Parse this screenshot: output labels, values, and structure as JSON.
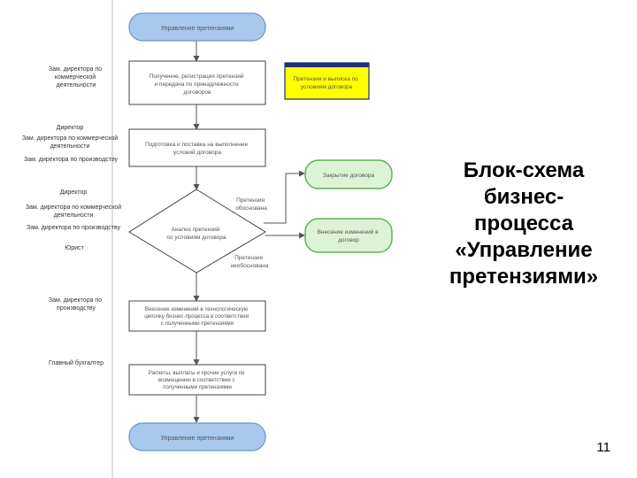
{
  "slide": {
    "title_lines": [
      "Блок-схема",
      "бизнес-",
      "процесса",
      "«Управление",
      "претензиями»"
    ],
    "page_number": "11"
  },
  "diagram": {
    "start": "Управление претензиями",
    "step1": [
      "Получение, регистрация претензий",
      "и передача по принадлежности",
      "договоров"
    ],
    "note": [
      "Претензии и выписка по",
      "условиям договора"
    ],
    "step2": [
      "Подготовка и поставка на выполнение",
      "условий договора"
    ],
    "decision": [
      "Анализ претензий",
      "по условиям договора"
    ],
    "branch_top": [
      "Претензия",
      "обоснована"
    ],
    "branch_bottom": [
      "Претензия",
      "необоснована"
    ],
    "out_close": "Закрытие договора",
    "out_change": [
      "Внесение изменений в",
      "договор"
    ],
    "step3": [
      "Внесение изменений в технологическую",
      "цепочку бизнес-процесса в соответствии",
      "с полученными претензиями"
    ],
    "step4": [
      "Расчеты, выплаты и прочие услуги по",
      "возмещению в соответствии с",
      "полученными претензиями"
    ],
    "end": "Управление претензиями",
    "roles": {
      "r1": [
        "Зам. директора по",
        "коммерческой",
        "деятельности"
      ],
      "r2": [
        "Директор",
        "Зам. директора по коммерческой",
        "деятельности",
        "Зам. директора по производству"
      ],
      "r3": [
        "Директор",
        "Зам. директора по коммерческой",
        "деятельности",
        "Зам. директора по производству",
        "Юрист"
      ],
      "r4": [
        "Зам. директора по",
        "производству"
      ],
      "r5": [
        "Главный бухгалтер"
      ]
    }
  },
  "colors": {
    "terminal_fill": "#a8c8ec",
    "terminal_stroke": "#6f94c4",
    "note_fill": "#ffff00",
    "note_stroke": "#1f2f7a",
    "green_fill": "#ddf3d5",
    "green_stroke": "#58b45a",
    "line": "#555555"
  }
}
